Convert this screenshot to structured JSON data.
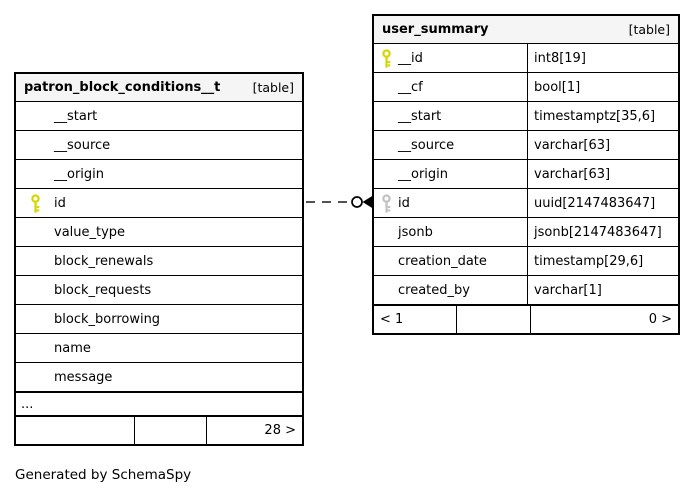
{
  "page": {
    "credit": "Generated by SchemaSpy"
  },
  "colors": {
    "border": "#000000",
    "header_bg": "#f5f5f5",
    "row_bg": "#ffffff",
    "primary_key_icon": "#d6d600",
    "foreign_key_icon": "#c2c2c2"
  },
  "relationship": {
    "from_table": "patron_block_conditions__t",
    "from_column": "id",
    "to_table": "user_summary",
    "to_column": "id",
    "style": "dashed-implied"
  },
  "tables": [
    {
      "title": "patron_block_conditions__t",
      "tag": "[table]",
      "columns": [
        {
          "name": "__start",
          "key": "none"
        },
        {
          "name": "__source",
          "key": "none"
        },
        {
          "name": "__origin",
          "key": "none"
        },
        {
          "name": "id",
          "key": "primary"
        },
        {
          "name": "value_type",
          "key": "none"
        },
        {
          "name": "block_renewals",
          "key": "none"
        },
        {
          "name": "block_requests",
          "key": "none"
        },
        {
          "name": "block_borrowing",
          "key": "none"
        },
        {
          "name": "name",
          "key": "none"
        },
        {
          "name": "message",
          "key": "none"
        }
      ],
      "ellipsis": "...",
      "footer": {
        "left": "",
        "middle": "",
        "right": "28 >"
      }
    },
    {
      "title": "user_summary",
      "tag": "[table]",
      "columns": [
        {
          "name": "__id",
          "type": "int8[19]",
          "key": "primary"
        },
        {
          "name": "__cf",
          "type": "bool[1]",
          "key": "none"
        },
        {
          "name": "__start",
          "type": "timestamptz[35,6]",
          "key": "none"
        },
        {
          "name": "__source",
          "type": "varchar[63]",
          "key": "none"
        },
        {
          "name": "__origin",
          "type": "varchar[63]",
          "key": "none"
        },
        {
          "name": "id",
          "type": "uuid[2147483647]",
          "key": "foreign"
        },
        {
          "name": "jsonb",
          "type": "jsonb[2147483647]",
          "key": "none"
        },
        {
          "name": "creation_date",
          "type": "timestamp[29,6]",
          "key": "none"
        },
        {
          "name": "created_by",
          "type": "varchar[1]",
          "key": "none"
        }
      ],
      "footer": {
        "left": "< 1",
        "middle": "",
        "right": "0 >"
      }
    }
  ]
}
